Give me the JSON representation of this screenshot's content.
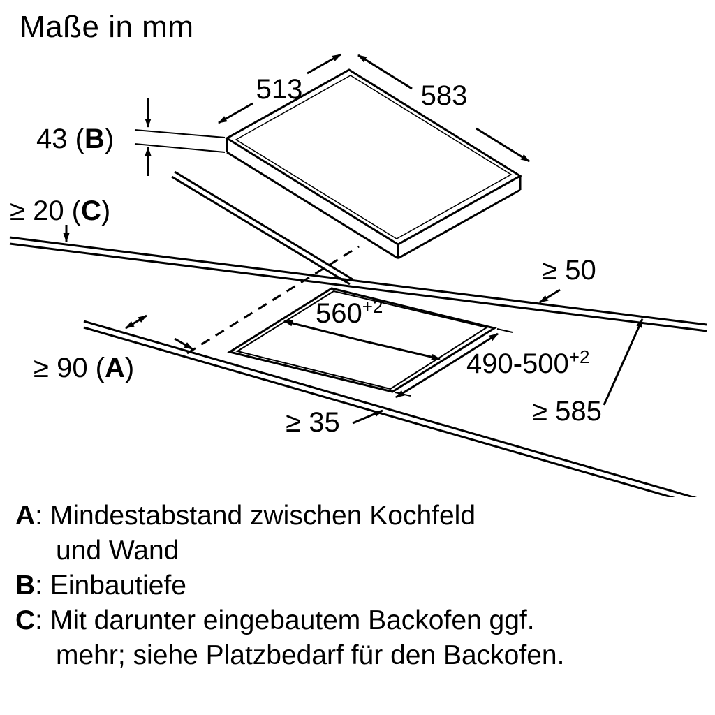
{
  "title": "Maße in mm",
  "diagram": {
    "dim_513": "513",
    "dim_583": "583",
    "dim_43": {
      "prefix": "43 (",
      "letter": "B",
      "suffix": ")"
    },
    "dim_20": {
      "prefix": "≥ 20 (",
      "letter": "C",
      "suffix": ")"
    },
    "dim_90": {
      "prefix": "≥ 90 (",
      "letter": "A",
      "suffix": ")"
    },
    "dim_50": "≥ 50",
    "dim_560": {
      "main": "560",
      "sup": "+2"
    },
    "dim_490": {
      "main": "490-500",
      "sup": "+2"
    },
    "dim_35": "≥ 35",
    "dim_585": "≥ 585"
  },
  "legend": {
    "sep": ": ",
    "items": [
      {
        "letter": "A",
        "lines": [
          "Mindestabstand zwischen Kochfeld",
          "und Wand"
        ]
      },
      {
        "letter": "B",
        "lines": [
          "Einbautiefe"
        ]
      },
      {
        "letter": "C",
        "lines": [
          "Mit darunter eingebautem Backofen ggf.",
          "mehr; siehe Platzbedarf für den Backofen."
        ]
      }
    ]
  }
}
